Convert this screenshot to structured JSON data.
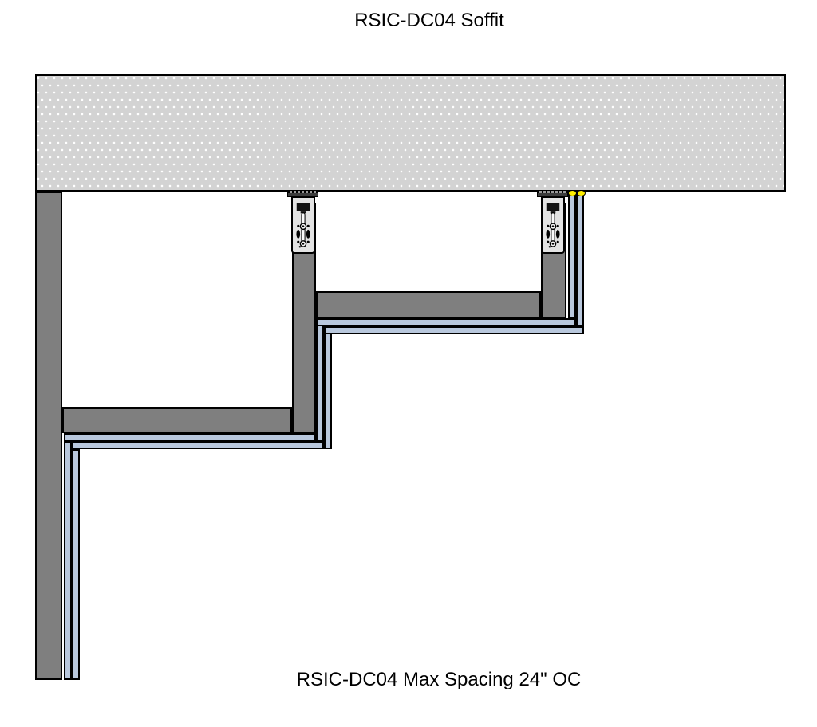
{
  "title": "RSIC-DC04 Soffit",
  "caption": "RSIC-DC04 Max Spacing 24\" OC",
  "colors": {
    "background": "#ffffff",
    "concrete_fill": "#d3d3d3",
    "concrete_dot": "#ffffff",
    "framing_gray": "#7f7f7f",
    "drywall_blue": "#b9c8dd",
    "clip_body_gray": "#e3e3e3",
    "clip_plate_dark": "#3c3c3c",
    "sealant_yellow": "#ffee00",
    "outline_black": "#000000"
  },
  "parts": {
    "concrete_slab": "stippled concrete deck above soffit",
    "clip": "RSIC-DC04 resilient sound isolation clip (2 shown, hung from deck)",
    "framing": "gray framing members: perimeter wall stud, hanger studs, soffit joists",
    "drywall": "two staggered layers of gypsum board wrapping the stepped soffit",
    "sealant": "acoustical sealant beads at drywall-to-deck joint"
  }
}
